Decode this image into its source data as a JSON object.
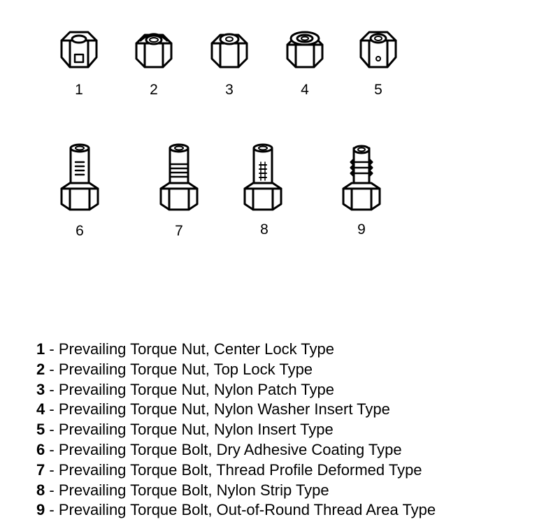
{
  "figure_numbers": [
    "1",
    "2",
    "3",
    "4",
    "5",
    "6",
    "7",
    "8",
    "9"
  ],
  "legend": [
    {
      "number": "1",
      "text": "Prevailing Torque Nut, Center Lock Type"
    },
    {
      "number": "2",
      "text": "Prevailing Torque Nut, Top Lock Type"
    },
    {
      "number": "3",
      "text": "Prevailing Torque Nut, Nylon Patch Type"
    },
    {
      "number": "4",
      "text": "Prevailing Torque Nut, Nylon Washer Insert Type"
    },
    {
      "number": "5",
      "text": "Prevailing Torque Nut, Nylon Insert Type"
    },
    {
      "number": "6",
      "text": "Prevailing Torque Bolt, Dry Adhesive Coating Type"
    },
    {
      "number": "7",
      "text": "Prevailing Torque Bolt, Thread Profile Deformed Type"
    },
    {
      "number": "8",
      "text": "Prevailing Torque Bolt, Nylon Strip Type"
    },
    {
      "number": "9",
      "text": "Prevailing Torque Bolt, Out-of-Round Thread Area Type"
    }
  ],
  "separator": " - "
}
